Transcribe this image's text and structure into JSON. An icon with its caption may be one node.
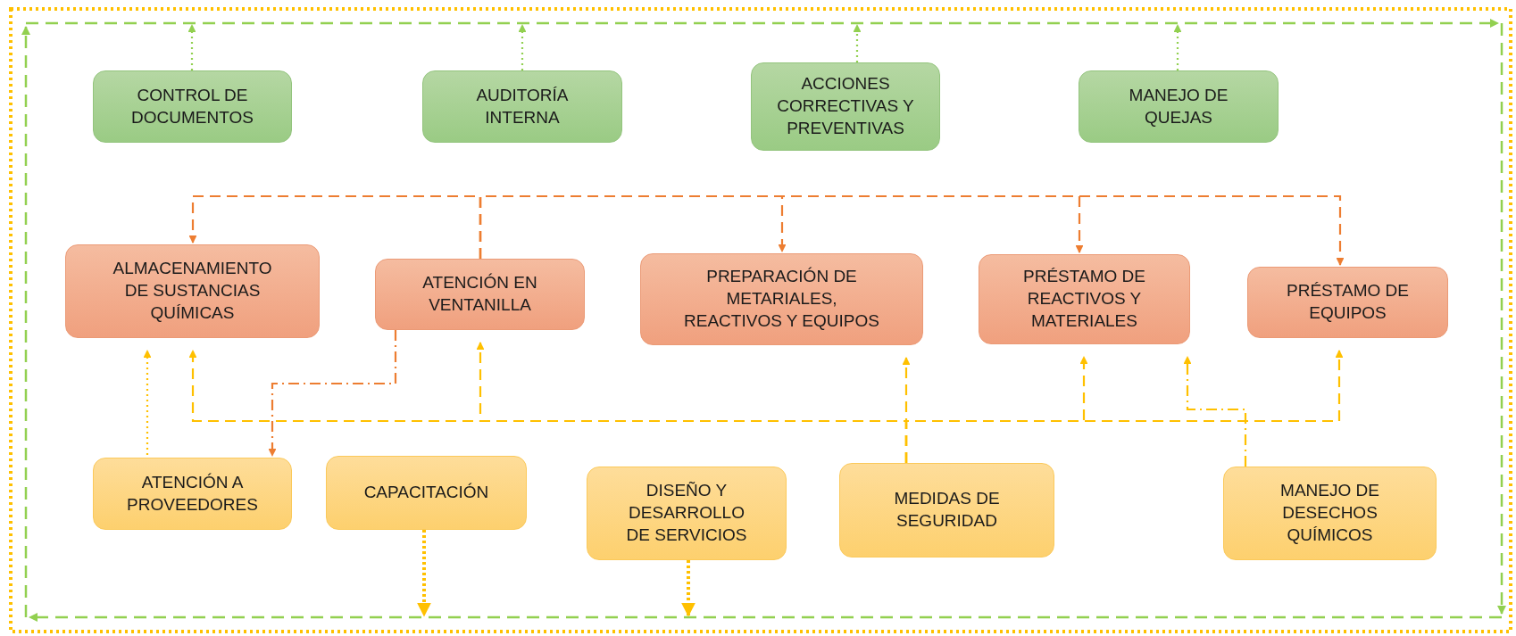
{
  "diagram": {
    "nodes": [
      {
        "text": [
          "CONTROL DE DOCUMENTOS"
        ]
      },
      {
        "text": [
          "AUDITORÍA INTERNA"
        ]
      },
      {
        "text": [
          "ACCIONES CORRECTIVAS Y PREVENTIVAS"
        ]
      },
      {
        "text": [
          "MANEJO DE QUEJAS"
        ]
      },
      {
        "text": [
          "ALMACENAMIENTO DE SUSTANCIAS QUÍMICAS"
        ]
      },
      {
        "text": [
          "ATENCIÓN EN VENTANILLA"
        ]
      },
      {
        "text": [
          "PREPARACIÓN DE METARIALES, REACTIVOS Y EQUIPOS"
        ]
      },
      {
        "text": [
          "PRÉSTAMO DE REACTIVOS Y MATERIALES"
        ]
      },
      {
        "text": [
          "PRÉSTAMO DE EQUIPOS"
        ]
      },
      {
        "text": [
          "ATENCIÓN A PROVEEDORES"
        ]
      },
      {
        "text": [
          "CAPACITACIÓN"
        ]
      },
      {
        "text": [
          "DISEÑO Y DESARROLLO DE SERVICIOS"
        ]
      },
      {
        "text": [
          "MEDIDAS DE SEGURIDAD"
        ]
      },
      {
        "text": [
          "MANEJO DE DESECHOS QUÍMICOS"
        ]
      }
    ],
    "edges": [
      {
        "from": 0,
        "to": null,
        "arrow": "to",
        "style": "dashed",
        "color": "#92d050"
      },
      {
        "from": 1,
        "to": null,
        "arrow": "to",
        "style": "dashed",
        "color": "#92d050"
      },
      {
        "from": 2,
        "to": null,
        "arrow": "to",
        "style": "dashed",
        "color": "#92d050"
      },
      {
        "from": 3,
        "to": null,
        "arrow": "to",
        "style": "dashed",
        "color": "#92d050"
      },
      {
        "from": 5,
        "to": 4,
        "arrow": "to",
        "style": "dashed",
        "color": "#ed7d31"
      },
      {
        "from": 5,
        "to": 6,
        "arrow": "to",
        "style": "dashed",
        "color": "#ed7d31"
      },
      {
        "from": 5,
        "to": 7,
        "arrow": "to",
        "style": "dashed",
        "color": "#ed7d31"
      },
      {
        "from": 5,
        "to": 8,
        "arrow": "to",
        "style": "dashed",
        "color": "#ed7d31"
      },
      {
        "from": 5,
        "to": 9,
        "arrow": "to",
        "style": "dashed",
        "color": "#ed7d31"
      },
      {
        "from": 9,
        "to": 4,
        "arrow": "to",
        "style": "dashed"
      },
      {
        "from": 12,
        "to": 4,
        "arrow": "to",
        "style": "dashed"
      },
      {
        "from": 12,
        "to": 5,
        "arrow": "to",
        "style": "dashed"
      },
      {
        "from": 12,
        "to": 6,
        "arrow": "to",
        "style": "dashed"
      },
      {
        "from": 12,
        "to": 7,
        "arrow": "to",
        "style": "dashed"
      },
      {
        "from": 12,
        "to": 8,
        "arrow": "to",
        "style": "dashed"
      },
      {
        "from": 13,
        "to": 7,
        "arrow": "to",
        "style": "dashed"
      },
      {
        "from": 10,
        "to": null,
        "arrow": "to",
        "style": "dashed"
      },
      {
        "from": 11,
        "to": null,
        "arrow": "to",
        "style": "dashed"
      }
    ]
  }
}
